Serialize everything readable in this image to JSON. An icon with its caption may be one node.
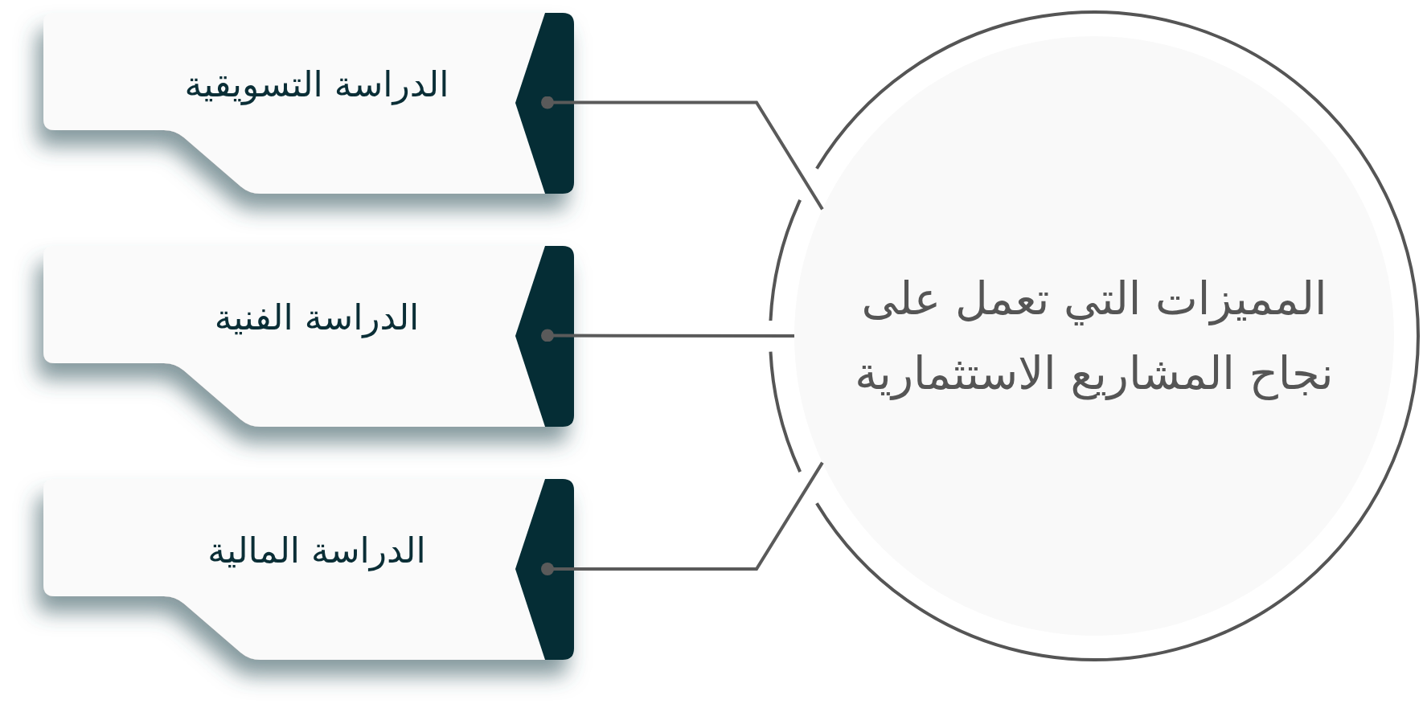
{
  "diagram": {
    "nodes": [
      {
        "text": [
          "المميزات التي تعمل على نجاح المشاريع الاستثمارية"
        ]
      },
      {
        "text": [
          "الدراسة التسويقية"
        ]
      },
      {
        "text": [
          "الدراسة الفنية"
        ]
      },
      {
        "text": [
          "الدراسة المالية"
        ]
      }
    ],
    "edges": [
      {
        "from": 1,
        "to": 0,
        "arrow": "other"
      },
      {
        "from": 2,
        "to": 0,
        "arrow": "other"
      },
      {
        "from": 3,
        "to": 0,
        "arrow": "other"
      }
    ]
  }
}
